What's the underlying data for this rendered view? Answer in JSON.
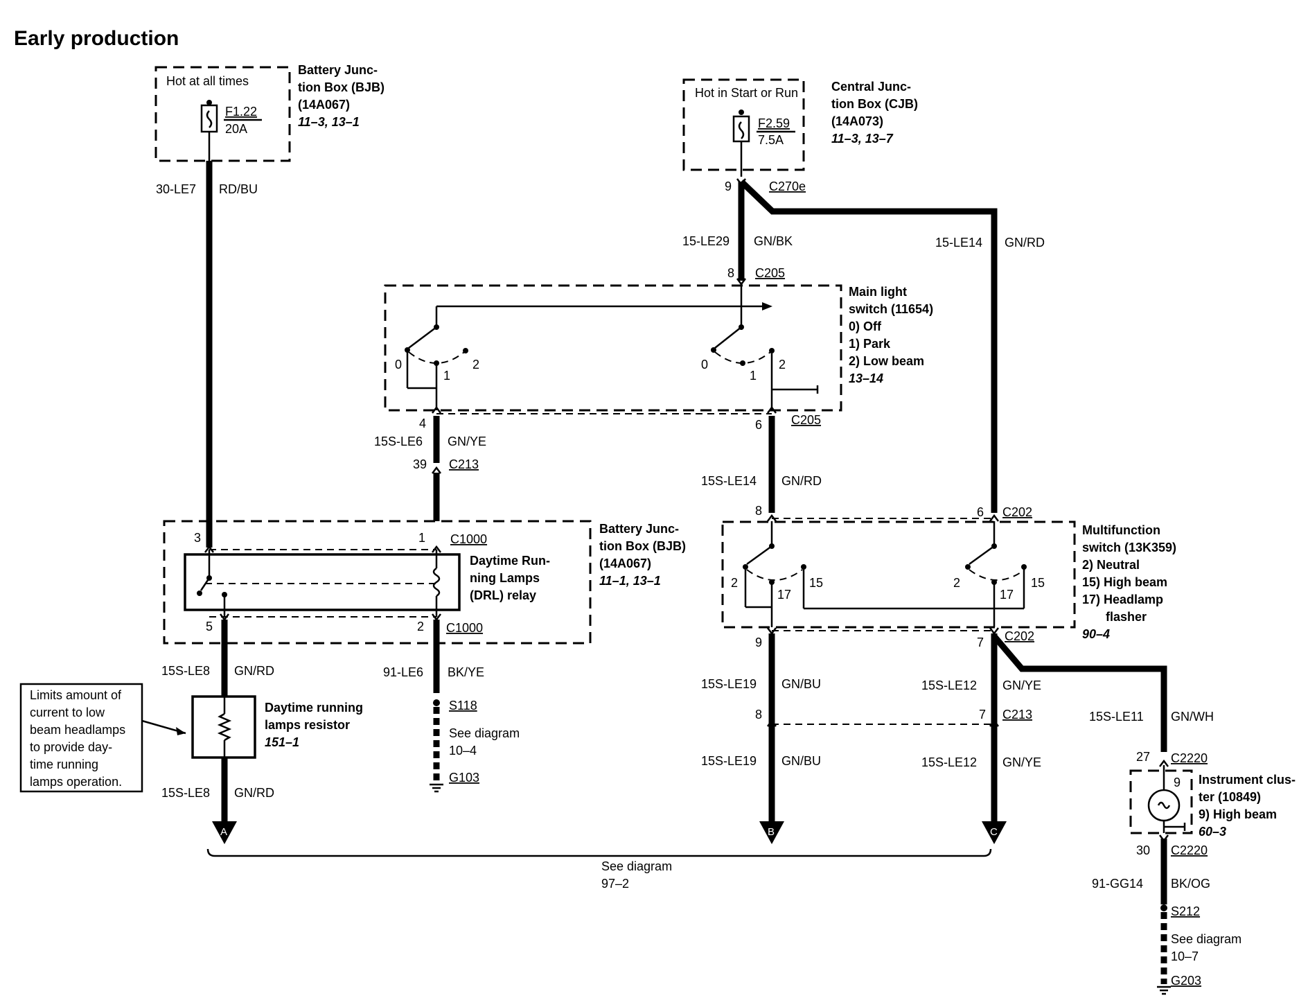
{
  "title": "Early production",
  "bjb_top": {
    "hot": "Hot at all times",
    "fuse": "F1.22",
    "amp": "20A",
    "name1": "Battery Junc-",
    "name2": "tion Box (BJB)",
    "part": "(14A067)",
    "ref": "11–3, 13–1"
  },
  "cjb": {
    "hot": "Hot in Start or Run",
    "fuse": "F2.59",
    "amp": "7.5A",
    "name1": "Central Junc-",
    "name2": "tion Box (CJB)",
    "part": "(14A073)",
    "ref": "11–3, 13–7"
  },
  "main_switch": {
    "l1": "Main light",
    "l2": "switch (11654)",
    "o0": "0)   Off",
    "o1": "1)   Park",
    "o2": "2)   Low beam",
    "ref": "13–14",
    "pos0": "0",
    "pos1": "1",
    "pos2": "2"
  },
  "bjb_bottom": {
    "name1": "Battery Junc-",
    "name2": "tion Box (BJB)",
    "part": "(14A067)",
    "ref": "11–1, 13–1"
  },
  "drl": {
    "l1": "Daytime Run-",
    "l2": "ning Lamps",
    "l3": "(DRL) relay"
  },
  "mfs": {
    "l1": "Multifunction",
    "l2": "switch (13K359)",
    "o2": "2)   Neutral",
    "o15": "15) High beam",
    "o17": "17) Headlamp",
    "o17b": "flasher",
    "ref": "90–4",
    "p2": "2",
    "p15": "15",
    "p17": "17"
  },
  "resistor": {
    "l1": "Daytime running",
    "l2": "lamps resistor",
    "ref": "151–1"
  },
  "note": {
    "l1": "Limits amount of",
    "l2": "current to low",
    "l3": "beam headlamps",
    "l4": "to provide day-",
    "l5": "time running",
    "l6": "lamps operation."
  },
  "cluster": {
    "l1": "Instrument clus-",
    "l2": "ter (10849)",
    "l3": "9)   High beam",
    "ref": "60–3",
    "pin": "9"
  },
  "wires": {
    "w30le7": "30-LE7",
    "c30le7": "RD/BU",
    "w15le29": "15-LE29",
    "c15le29": "GN/BK",
    "w15le14": "15-LE14",
    "c15le14": "GN/RD",
    "w15sle6": "15S-LE6",
    "c15sle6": "GN/YE",
    "w15sle14": "15S-LE14",
    "c15sle14": "GN/RD",
    "w15sle8a": "15S-LE8",
    "c15sle8a": "GN/RD",
    "w15sle8b": "15S-LE8",
    "c15sle8b": "GN/RD",
    "w91le6": "91-LE6",
    "c91le6": "BK/YE",
    "w15sle19a": "15S-LE19",
    "c15sle19a": "GN/BU",
    "w15sle19b": "15S-LE19",
    "c15sle19b": "GN/BU",
    "w15sle12a": "15S-LE12",
    "c15sle12a": "GN/YE",
    "w15sle12b": "15S-LE12",
    "c15sle12b": "GN/YE",
    "w15sle11": "15S-LE11",
    "c15sle11": "GN/WH",
    "w91gg14": "91-GG14",
    "c91gg14": "BK/OG"
  },
  "connectors": {
    "c270e": "C270e",
    "c205a": "C205",
    "c205b": "C205",
    "c213a": "C213",
    "c202a": "C202",
    "c1000a": "C1000",
    "c1000b": "C1000",
    "c202b": "C202",
    "c213b": "C213",
    "c2220a": "C2220",
    "c2220b": "C2220",
    "s118": "S118",
    "g103": "G103",
    "s212": "S212",
    "g203": "G203"
  },
  "pins": {
    "p9": "9",
    "p8": "8",
    "p4": "4",
    "p6": "6",
    "p39": "39",
    "p3": "3",
    "p1": "1",
    "p5": "5",
    "p2": "2",
    "p8b": "8",
    "p6b": "6",
    "p9b": "9",
    "p7": "7",
    "p8c": "8",
    "p7b": "7",
    "p27": "27",
    "p30": "30"
  },
  "see": {
    "s1": "See diagram",
    "s1r": "10–4",
    "s2": "See diagram",
    "s2r": "10–7",
    "s3": "See diagram",
    "s3r": "97–2"
  },
  "arrows": {
    "a": "A",
    "b": "B",
    "c": "C"
  }
}
